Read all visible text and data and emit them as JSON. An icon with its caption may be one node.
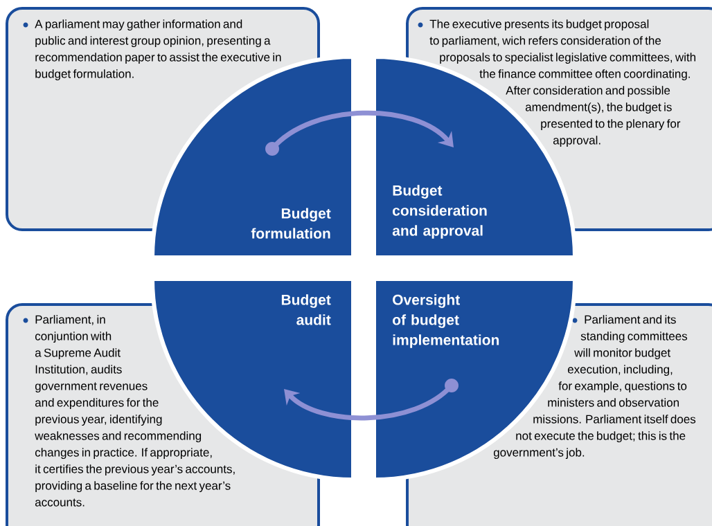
{
  "diagram": {
    "nodes": [
      {
        "text": [
          "A parliament may gather information and public and interest group opinion, presenting a recommendation paper to assist the executive in budget formulation."
        ]
      },
      {
        "text": [
          "The executive presents its budget proposal to parliament, wich refers consideration of the proposals to specialist legislative committees, with the finance committee often coordinating. After consideration and possible amendment(s), the budget is presented to the plenary for approval."
        ]
      },
      {
        "text": [
          "Parliament, in conjuntion with a Supreme Audit Institution, audits government revenues and expenditures for the previous year, identifying weaknesses and recommending changes in practice. If appropriate, it certifies the previous year’s accounts, providing a baseline for the next year’s accounts."
        ]
      },
      {
        "text": [
          "Parliament and its standing committees will monitor budget execution, including, for example, questions to ministers and observation missions. Parliament itself does not execute the budget; this is the government’s job."
        ]
      },
      {
        "text": [
          "Budget formulation"
        ]
      },
      {
        "text": [
          "Budget consideration and approval"
        ]
      },
      {
        "text": [
          "Budget audit"
        ]
      },
      {
        "text": [
          "Oversight of budget implementation"
        ]
      }
    ],
    "edges": [
      {
        "from": 4,
        "to": 5,
        "arrow": "to"
      },
      {
        "from": 7,
        "to": 6,
        "arrow": "to"
      }
    ]
  }
}
